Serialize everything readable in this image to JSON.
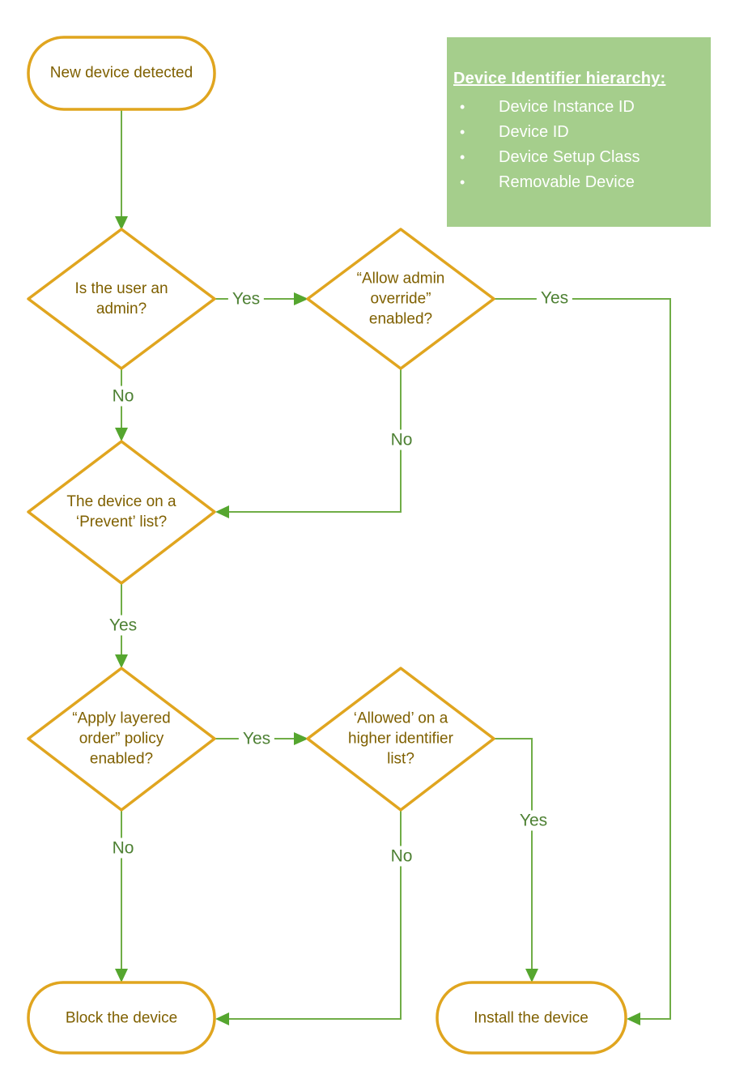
{
  "colors": {
    "shape_border": "#E0A51F",
    "node_text": "#7F6000",
    "line_green": "#70AD47",
    "arrow_green": "#55A62F",
    "label_green": "#4E8134",
    "legend_bg": "#A5CE8C",
    "legend_text": "#FFFFFF",
    "background": "#FFFFFF"
  },
  "nodes": {
    "start": "New device detected",
    "block": "Block the device",
    "install": "Install the device"
  },
  "decisions": {
    "admin": "Is the user an\nadmin?",
    "override": "“Allow admin\noverride”\nenabled?",
    "prevent": "The device on a\n‘Prevent’ list?",
    "layered": "“Apply layered\norder” policy\nenabled?",
    "allowed": "‘Allowed’ on a\nhigher identifier\nlist?"
  },
  "edge_labels": {
    "admin_yes": "Yes",
    "admin_no": "No",
    "override_yes": "Yes",
    "override_no": "No",
    "prevent_yes": "Yes",
    "layered_yes": "Yes",
    "layered_no": "No",
    "allowed_yes": "Yes",
    "allowed_no": "No"
  },
  "legend": {
    "title": "Device Identifier hierarchy:",
    "bullet": "•",
    "items": [
      "Device Instance ID",
      "Device ID",
      "Device Setup Class",
      "Removable Device"
    ]
  }
}
